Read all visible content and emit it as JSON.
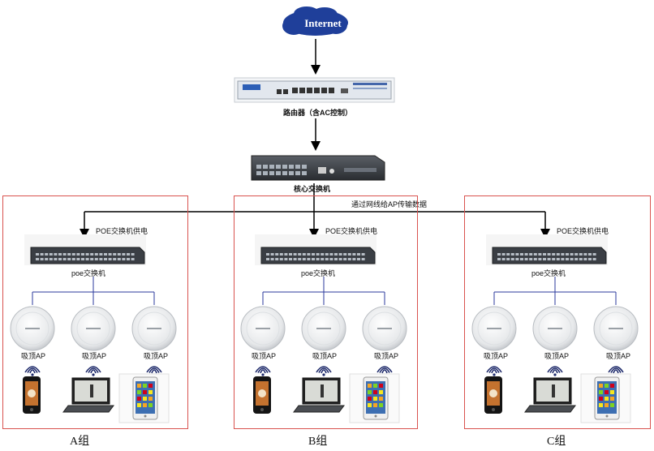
{
  "internet": {
    "label": "Internet"
  },
  "router": {
    "label": "路由器（含AC控制）"
  },
  "core_switch": {
    "label": "核心交换机"
  },
  "data_link": {
    "label": "通过网线给AP传输数据"
  },
  "groups": [
    {
      "name": "A组",
      "poe_label": "POE交换机供电",
      "switch_label": "poe交换机",
      "ap_label": "吸顶AP",
      "devices": [
        "phone",
        "laptop",
        "tablet"
      ]
    },
    {
      "name": "B组",
      "poe_label": "POE交换机供电",
      "switch_label": "poe交换机",
      "ap_label": "吸顶AP",
      "devices": [
        "phone",
        "laptop",
        "tablet"
      ]
    },
    {
      "name": "C组",
      "poe_label": "POE交换机供电",
      "switch_label": "poe交换机",
      "ap_label": "吸顶AP",
      "devices": [
        "phone",
        "laptop",
        "tablet"
      ]
    }
  ],
  "colors": {
    "group_border": "#d9534f",
    "cloud": "#1f3f9a",
    "lines": "#000000",
    "ap_links": "#2b3a9c"
  }
}
